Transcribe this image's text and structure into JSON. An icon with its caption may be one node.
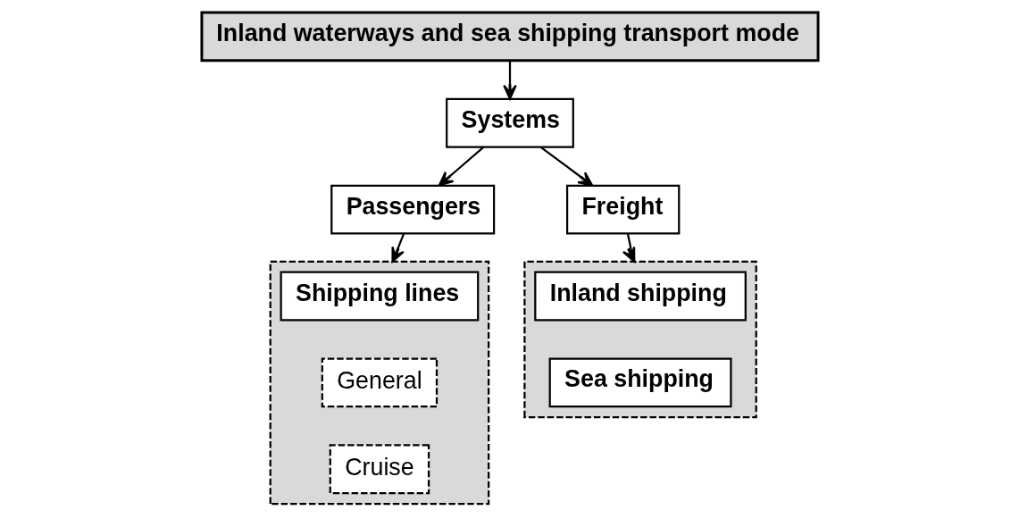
{
  "diagram": {
    "nodes": [
      {
        "text": [
          "Inland waterways and sea shipping transport mode"
        ]
      },
      {
        "text": [
          "Systems"
        ]
      },
      {
        "text": [
          "Passengers"
        ]
      },
      {
        "text": [
          "Freight"
        ]
      },
      {
        "text": [],
        "shape": "box"
      },
      {
        "text": [
          "Shipping lines"
        ],
        "in": 4
      },
      {
        "text": [
          "General"
        ],
        "in": 4
      },
      {
        "text": [
          "Cruise"
        ],
        "in": 4
      },
      {
        "text": [],
        "shape": "box"
      },
      {
        "text": [
          "Inland shipping"
        ],
        "in": 8
      },
      {
        "text": [
          "Sea shipping"
        ],
        "in": 8
      }
    ],
    "edges": [
      {
        "from": 0,
        "to": 1,
        "arrow": "to"
      },
      {
        "from": 1,
        "to": 2,
        "arrow": "to"
      },
      {
        "from": 1,
        "to": 3,
        "arrow": "to"
      },
      {
        "from": 2,
        "to": 4,
        "arrow": "to"
      },
      {
        "from": 3,
        "to": 8,
        "arrow": "to"
      }
    ]
  }
}
